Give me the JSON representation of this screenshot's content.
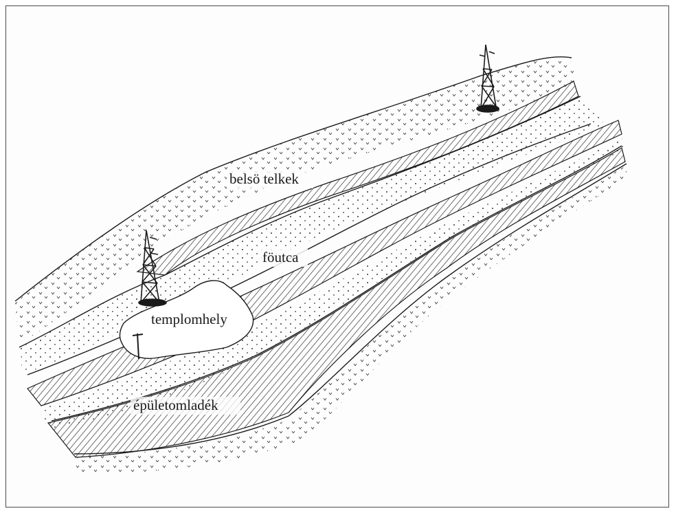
{
  "labels": {
    "inner_plots": "belsö telkek",
    "main_street": "föutca",
    "church_site": "templomhely",
    "building_rubble": "épületomladék"
  },
  "icons": [
    "tower-icon",
    "tower-icon",
    "cross-icon"
  ],
  "colors": {
    "ink": "#1a1a1a",
    "paper": "#ffffff"
  }
}
